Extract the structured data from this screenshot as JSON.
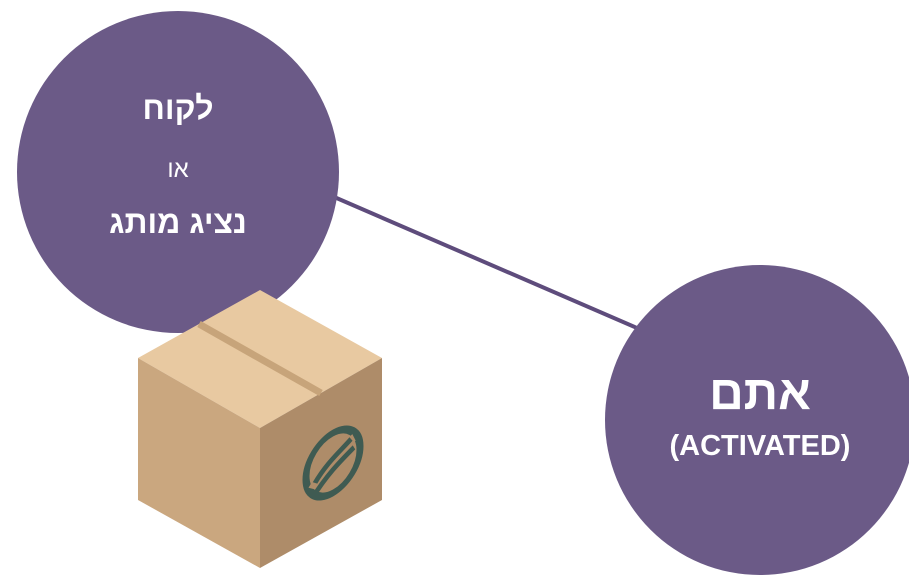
{
  "colors": {
    "circle": "#6b5a87",
    "line": "#5e4c7c",
    "box_top": "#e8c9a1",
    "box_left": "#caa77f",
    "box_right": "#ae8c69",
    "tape": "#c7a47a",
    "logo": "#3f5b52"
  },
  "customer": {
    "title": "לקוח",
    "or": "או",
    "rep": "נציג מותג"
  },
  "you": {
    "title": "אתם",
    "status": "(ACTIVATED)"
  },
  "box": {
    "logo_icon": "product-logo-icon"
  }
}
